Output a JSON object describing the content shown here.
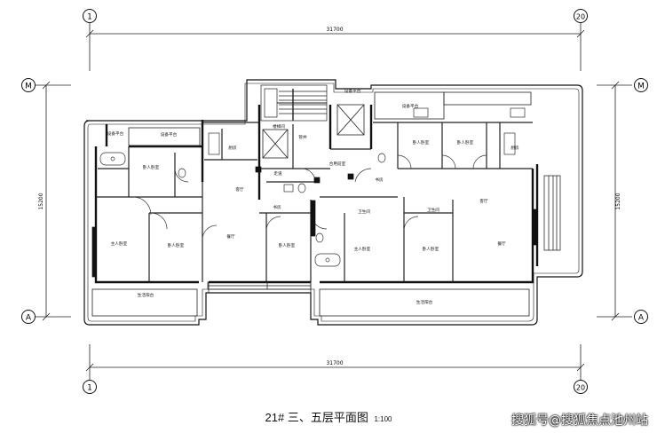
{
  "drawing": {
    "title": "21# 三、五层平面图",
    "scale": "1:100",
    "watermark": "搜狐号@搜狐焦点池州站"
  },
  "dimensions": {
    "overall_width": "31700",
    "overall_depth": "15200"
  },
  "axes": {
    "left": "1",
    "right": "20",
    "top": "M",
    "bottom": "A"
  },
  "rooms": {
    "living_left": "客厅",
    "living_right": "客厅",
    "dining_left": "餐厅",
    "dining_right": "餐厅",
    "master_bed_1": "主人卧室",
    "master_bed_2": "主人卧室",
    "bed_1": "卧人卧室",
    "bed_2": "卧人卧室",
    "bed_3": "卧人卧室",
    "bed_4": "卧人卧室",
    "bed_5": "卧人卧室",
    "kitchen_1": "厨房",
    "kitchen_2": "厨房",
    "balcony_1": "设备平台",
    "balcony_2": "设备平台",
    "balcony_3": "设备平台",
    "balcony_4": "设备平台",
    "terrace_left": "生活阳台",
    "terrace_right": "生活阳台",
    "stair": "楼梯间",
    "lobby": "合用前室",
    "shaft": "管井",
    "corridor": "走道",
    "study": "书房",
    "utility": "卫生间"
  }
}
